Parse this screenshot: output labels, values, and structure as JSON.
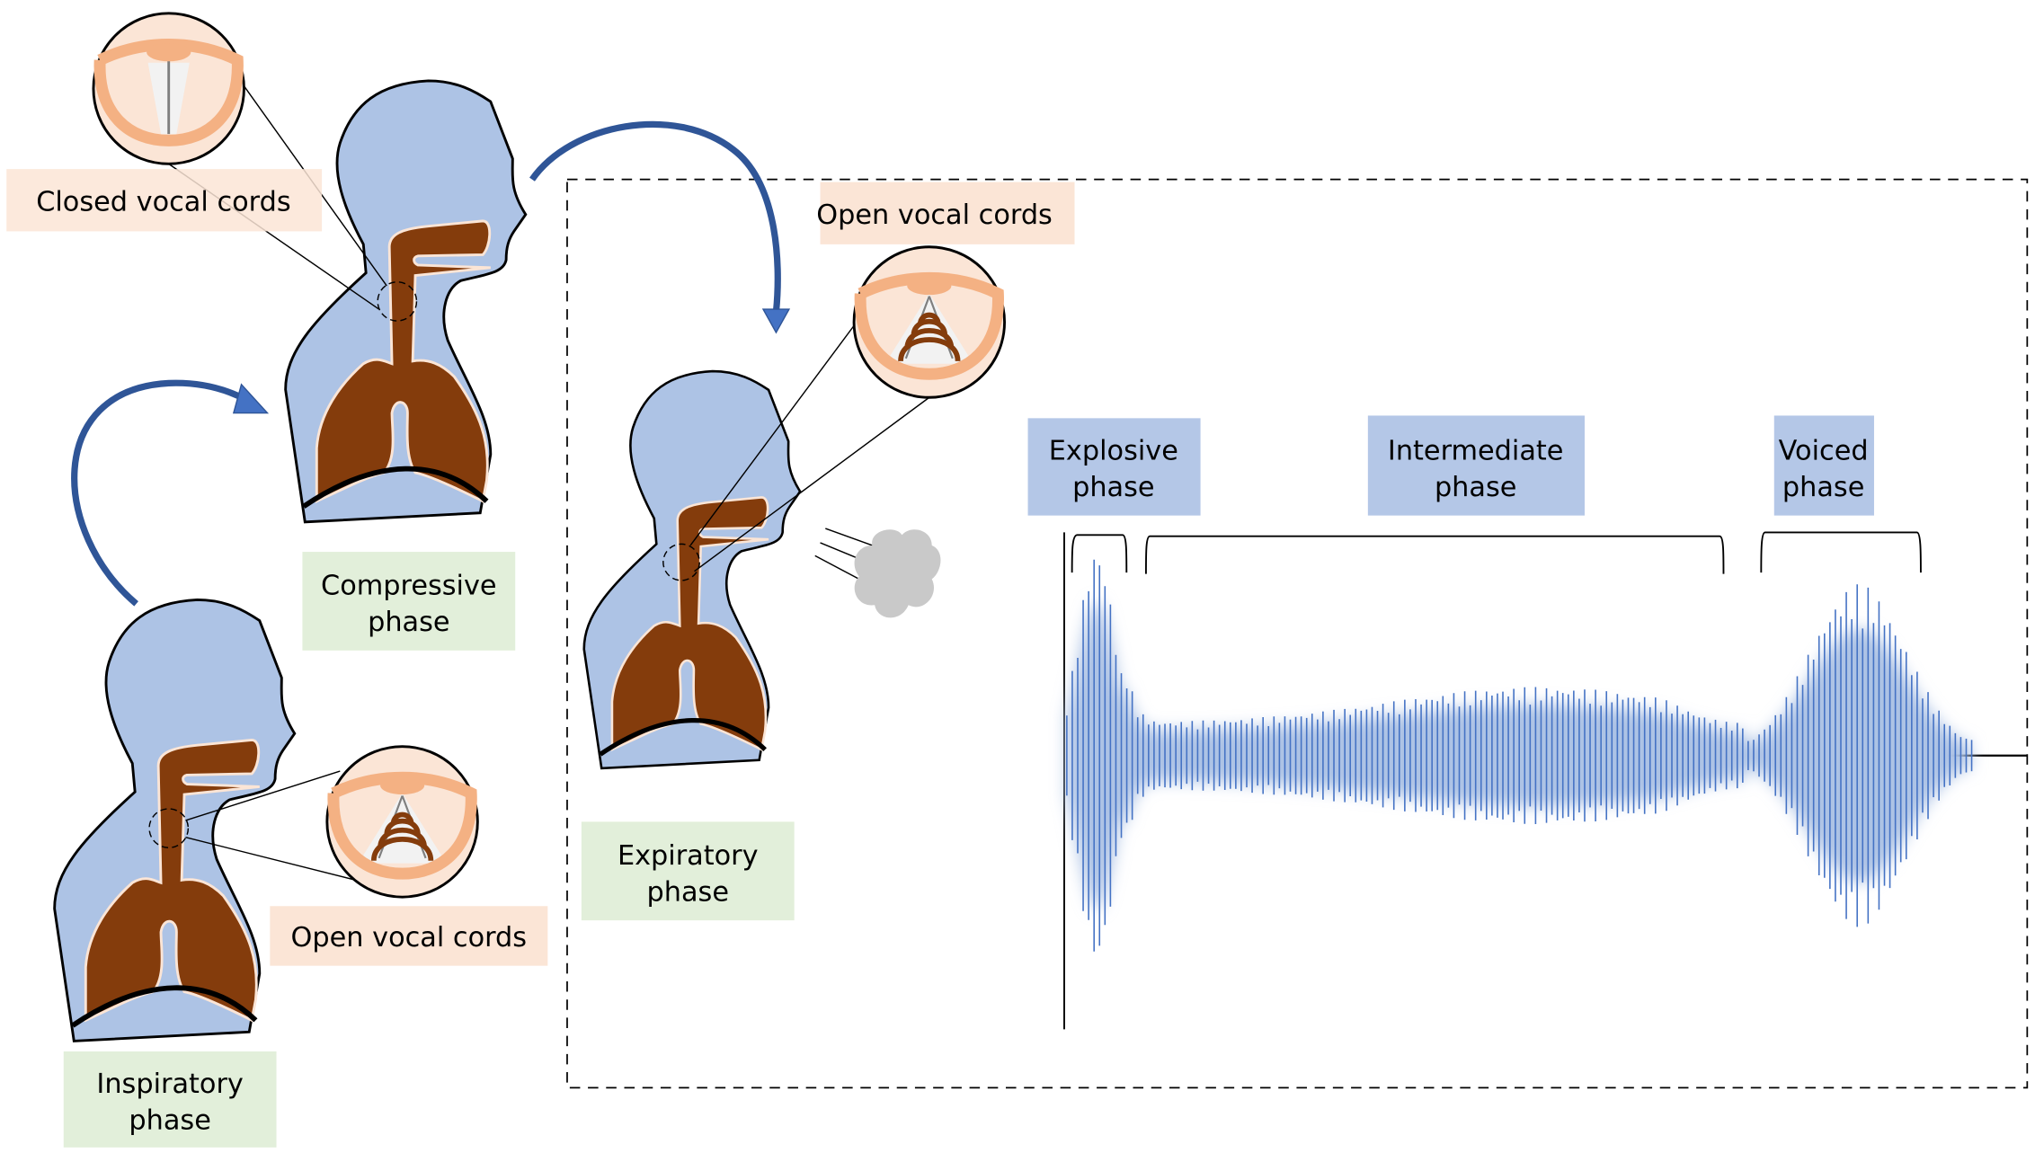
{
  "labels": {
    "closed_vocal_cords": "Closed vocal cords",
    "open_vocal_cords_top": "Open vocal cords",
    "open_vocal_cords_bottom": "Open vocal cords",
    "compressive": [
      "Compressive",
      "phase"
    ],
    "inspiratory": [
      "Inspiratory",
      "phase"
    ],
    "expiratory": [
      "Expiratory",
      "phase"
    ],
    "explosive": [
      "Explosive",
      "phase"
    ],
    "intermediate": [
      "Intermediate",
      "phase"
    ],
    "voiced": [
      "Voiced",
      "phase"
    ]
  },
  "colors": {
    "body": "#adc3e5",
    "lungs": "#843c0c",
    "vocal_label": "#fbe5d6",
    "phase_label": "#e2efda",
    "sound_label": "#b4c7e7",
    "arrow": "#2f5597",
    "wave": "#4472c4",
    "cord_ring": "#f4b183"
  }
}
